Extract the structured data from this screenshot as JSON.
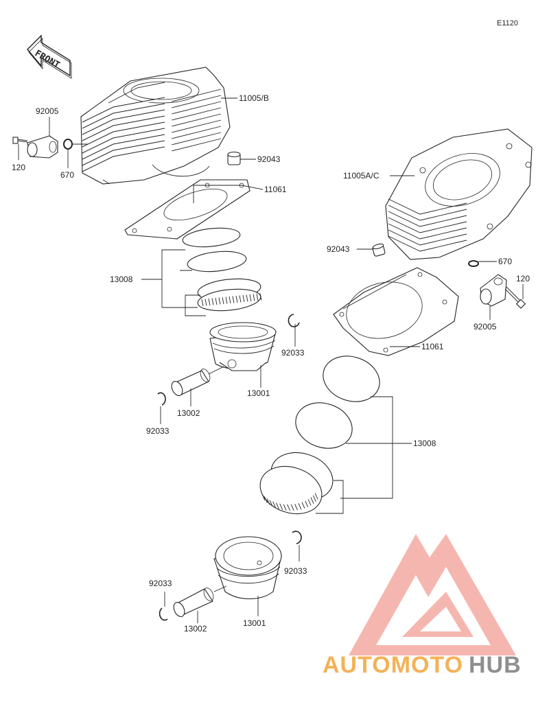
{
  "diagram_code": "E1120",
  "front_label": "FRONT",
  "labels": {
    "cylinder_rear": "11005/B",
    "cylinder_front": "11005A/C",
    "dowel_top": "92043",
    "dowel_right": "92043",
    "gasket_top": "11061",
    "gasket_right": "11061",
    "fitting_left": "92005",
    "fitting_right": "92005",
    "oring_left": "670",
    "oring_right": "670",
    "bolt_left": "120",
    "bolt_right": "120",
    "rings_top": "13008",
    "rings_bottom": "13008",
    "clip_top_right": "92033",
    "clip_top_left": "92033",
    "clip_bottom_right": "92033",
    "clip_bottom_left": "92033",
    "piston_top": "13001",
    "piston_bottom": "13001",
    "pin_top": "13002",
    "pin_bottom": "13002"
  },
  "watermark": {
    "part1": "AUTOMOTO",
    "part2": "HUB",
    "color_logo": "#f29a93",
    "color_part1": "#f3b257",
    "color_part2": "#8f8f8f"
  }
}
